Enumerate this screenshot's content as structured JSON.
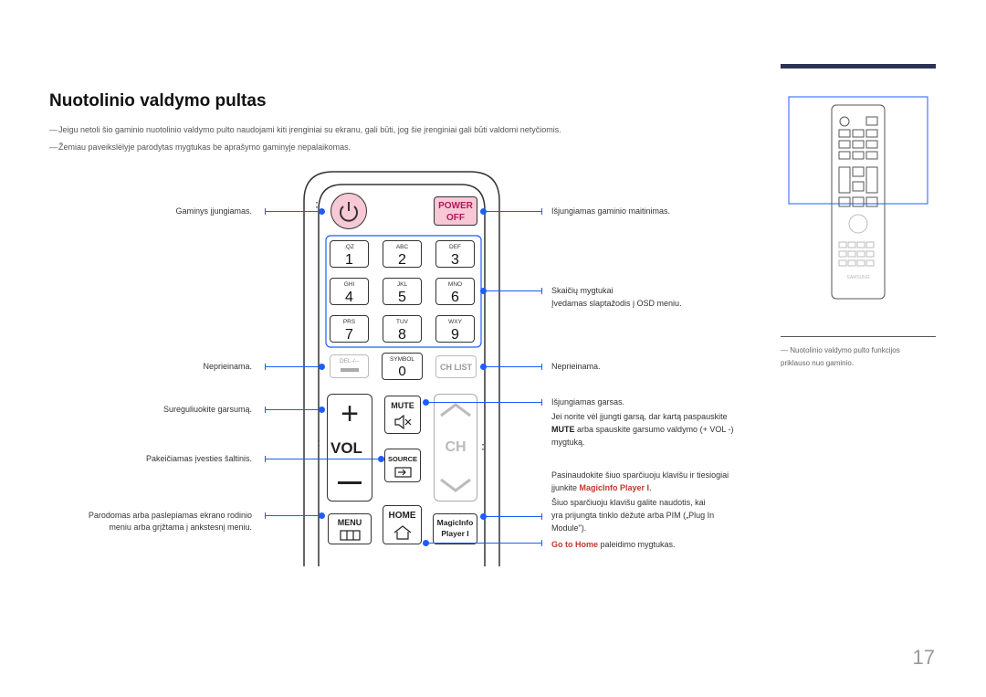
{
  "header": {
    "title": "Nuotolinio valdymo pultas"
  },
  "notes": [
    "Jeigu netoli šio gaminio nuotolinio valdymo pulto naudojami kiti įrenginiai su ekranu, gali būti, jog šie įrenginiai gali būti valdomi netyčiomis.",
    "Žemiau paveikslėlyje parodytas mygtukas be aprašymo gaminyje nepalaikomas."
  ],
  "remote": {
    "power_label1": "POWER",
    "power_label2": "OFF",
    "keys": [
      {
        "small": ".QZ",
        "big": "1"
      },
      {
        "small": "ABC",
        "big": "2"
      },
      {
        "small": "DEF",
        "big": "3"
      },
      {
        "small": "GHI",
        "big": "4"
      },
      {
        "small": "JKL",
        "big": "5"
      },
      {
        "small": "MNO",
        "big": "6"
      },
      {
        "small": "PRS",
        "big": "7"
      },
      {
        "small": "TUV",
        "big": "8"
      },
      {
        "small": "WXY",
        "big": "9"
      }
    ],
    "del_label": "DEL-/--",
    "symbol_label": "SYMBOL",
    "zero_label": "0",
    "chlist_label": "CH LIST",
    "mute_label": "MUTE",
    "vol_label": "VOL",
    "ch_label": "CH",
    "source_label": "SOURCE",
    "menu_label": "MENU",
    "home_label": "HOME",
    "magicinfo_label1": "MagicInfo",
    "magicinfo_label2": "Player I"
  },
  "labels_left": {
    "power_on": "Gaminys įjungiamas.",
    "unavailable": "Neprieinama.",
    "volume": "Sureguliuokite garsumą.",
    "source": "Pakeičiamas įvesties šaltinis.",
    "menu_line1": "Parodomas arba paslepiamas ekrano rodinio",
    "menu_line2": "meniu arba grįžtama į ankstesnį meniu."
  },
  "labels_right": {
    "power_off": "Išjungiamas gaminio maitinimas.",
    "numbers_line1": "Skaičių mygtukai",
    "numbers_line2": "Įvedamas slaptažodis į OSD meniu.",
    "unavailable": "Neprieinama.",
    "mute_line1": "Išjungiamas garsas.",
    "mute_line2": "Jei norite vėl įjungti garsą, dar kartą paspauskite",
    "mute_bold": "MUTE",
    "mute_line3": " arba spauskite garsumo valdymo (+ VOL -)",
    "mute_line4": "mygtuką.",
    "magic_line1": "Pasinaudokite šiuo sparčiuoju klavišu ir tiesiogiai",
    "magic_line2a": "įjunkite ",
    "magic_hl": "MagicInfo Player I",
    "magic_line2b": ".",
    "magic_line3": "Šiuo sparčiuoju klavišu galite naudotis, kai",
    "magic_line4": "yra prijungta tinklo dėžutė arba PIM („Plug In",
    "magic_line5": "Module\").",
    "home_hl": "Go to Home",
    "home_rest": " paleidimo mygtukas."
  },
  "sidebar": {
    "brand": "SAMSUNG",
    "note_dash": "―",
    "note_line1": "Nuotolinio valdymo pulto funkcijos",
    "note_line2": "priklauso nuo gaminio."
  },
  "footer": {
    "page_number": "17"
  },
  "colors": {
    "accent_bar": "#2a3356",
    "callout": "#1f5cff",
    "highlight": "#c0392b",
    "power_pink": "#f7c8d6"
  }
}
